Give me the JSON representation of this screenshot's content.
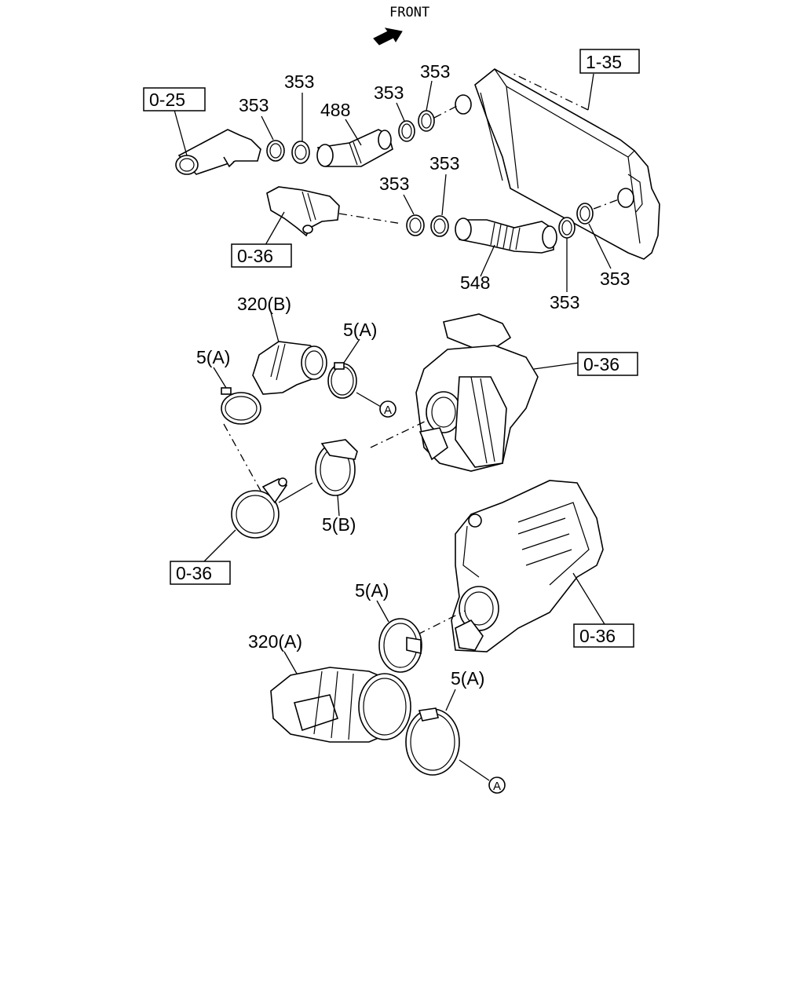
{
  "front_label": "FRONT",
  "references": {
    "ref_0_25": "0-25",
    "ref_1_35": "1-35",
    "ref_0_36_upper": "0-36",
    "ref_0_36_turbo_top": "0-36",
    "ref_0_36_left": "0-36",
    "ref_0_36_turbo_bottom": "0-36"
  },
  "callouts": {
    "c353_a": "353",
    "c353_b": "353",
    "c353_c": "353",
    "c353_d": "353",
    "c488": "488",
    "c353_e": "353",
    "c353_f": "353",
    "c548": "548",
    "c353_g": "353",
    "c353_h": "353",
    "c320b": "320(B)",
    "c5a_1": "5(A)",
    "c5a_2": "5(A)",
    "c5b": "5(B)",
    "c5a_3": "5(A)",
    "c320a": "320(A)",
    "c5a_4": "5(A)"
  },
  "markers": {
    "marker_a_top": "A",
    "marker_a_bottom": "A"
  },
  "icons": [
    "front-arrow-icon"
  ]
}
